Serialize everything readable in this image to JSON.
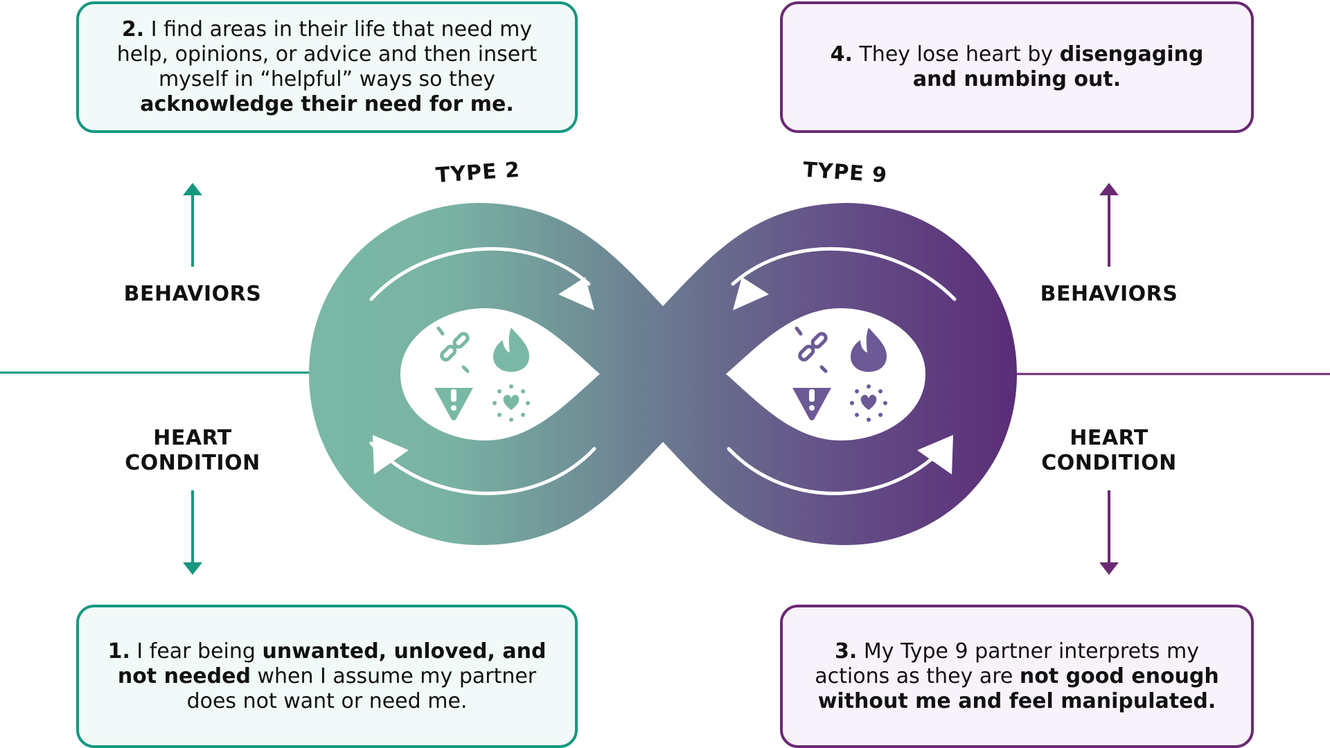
{
  "left": {
    "type_label": "TYPE 2",
    "behaviors_label": "BEHAVIORS",
    "heart_line1": "HEART",
    "heart_line2": "CONDITION",
    "box_behavior": {
      "num": "2.",
      "text1": " I find areas in their life that need my help, opinions, or advice and then insert myself in “helpful” ways so they ",
      "bold1": "acknowledge their need for me."
    },
    "box_heart": {
      "num": "1.",
      "text1": " I fear being ",
      "bold1": "unwanted, unloved, and not needed",
      "text2": " when I assume my partner does not want or need me."
    }
  },
  "right": {
    "type_label": "TYPE 9",
    "behaviors_label": "BEHAVIORS",
    "heart_line1": "HEART",
    "heart_line2": "CONDITION",
    "box_behavior": {
      "num": "4.",
      "text1": " They lose heart by ",
      "bold1": "disengaging and numbing out."
    },
    "box_heart": {
      "num": "3.",
      "text1": " My Type 9 partner interprets my actions as they are ",
      "bold1": "not good enough without me and feel manipulated."
    }
  },
  "icons": [
    "broken-link-icon",
    "flame-icon",
    "warning-icon",
    "heart-burst-icon"
  ],
  "colors": {
    "green": "#16987f",
    "green_light": "#7ab8a6",
    "purple": "#6a2a73",
    "purple_dark": "#5a2d77"
  }
}
